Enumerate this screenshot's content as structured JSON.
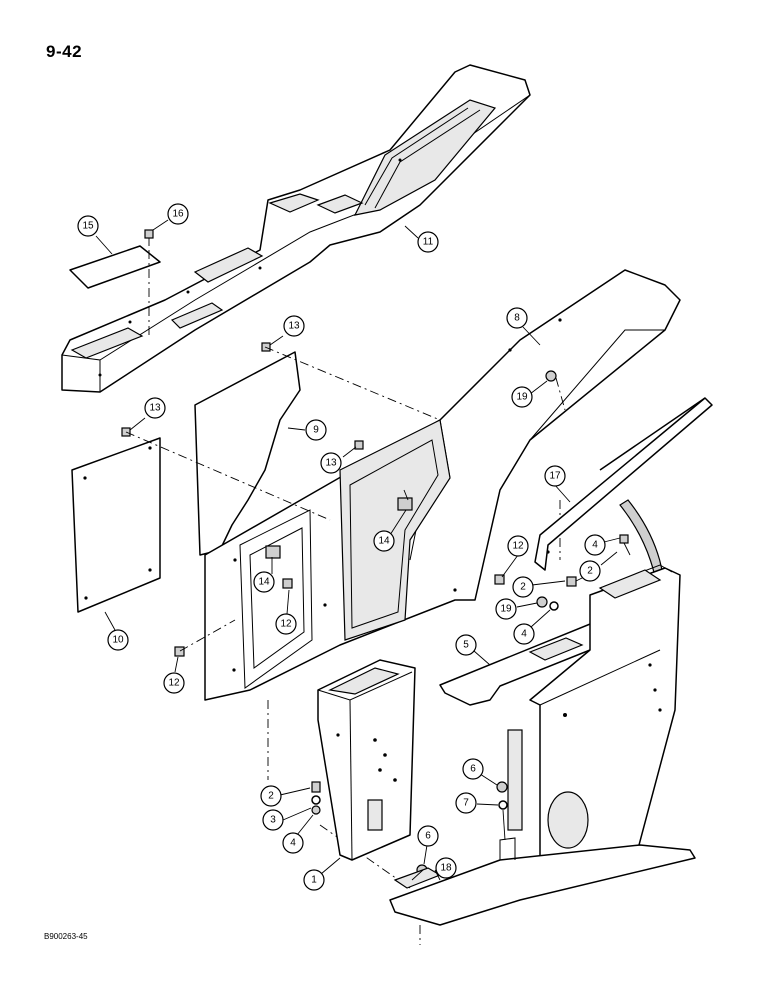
{
  "page_number": "9-42",
  "document_code": "B900263-45",
  "callouts": [
    "1",
    "2",
    "3",
    "4",
    "5",
    "6",
    "7",
    "8",
    "9",
    "10",
    "11",
    "12",
    "13",
    "14",
    "15",
    "16",
    "17",
    "18",
    "19"
  ]
}
